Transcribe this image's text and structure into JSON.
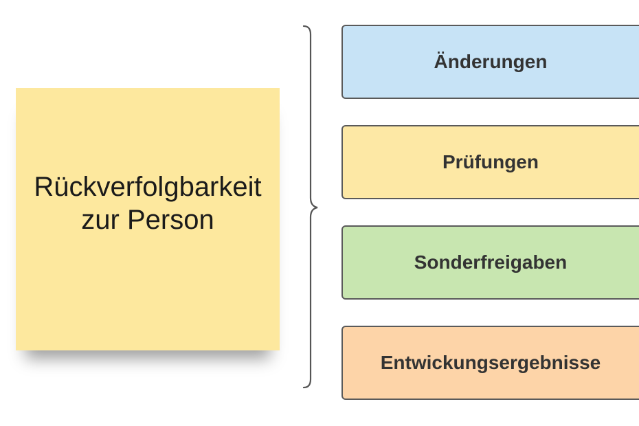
{
  "diagram": {
    "main_note": {
      "text": "Rückverfolgbarkeit\nzur Person",
      "color": "#fde89e"
    },
    "connector": "curly-brace",
    "items": [
      {
        "label": "Änderungen",
        "color": "#c7e3f6"
      },
      {
        "label": "Prüfungen",
        "color": "#fde8a5"
      },
      {
        "label": "Sonderfreigaben",
        "color": "#c8e6b0"
      },
      {
        "label": "Entwickungsergebnisse",
        "color": "#fdd4a8"
      }
    ]
  }
}
